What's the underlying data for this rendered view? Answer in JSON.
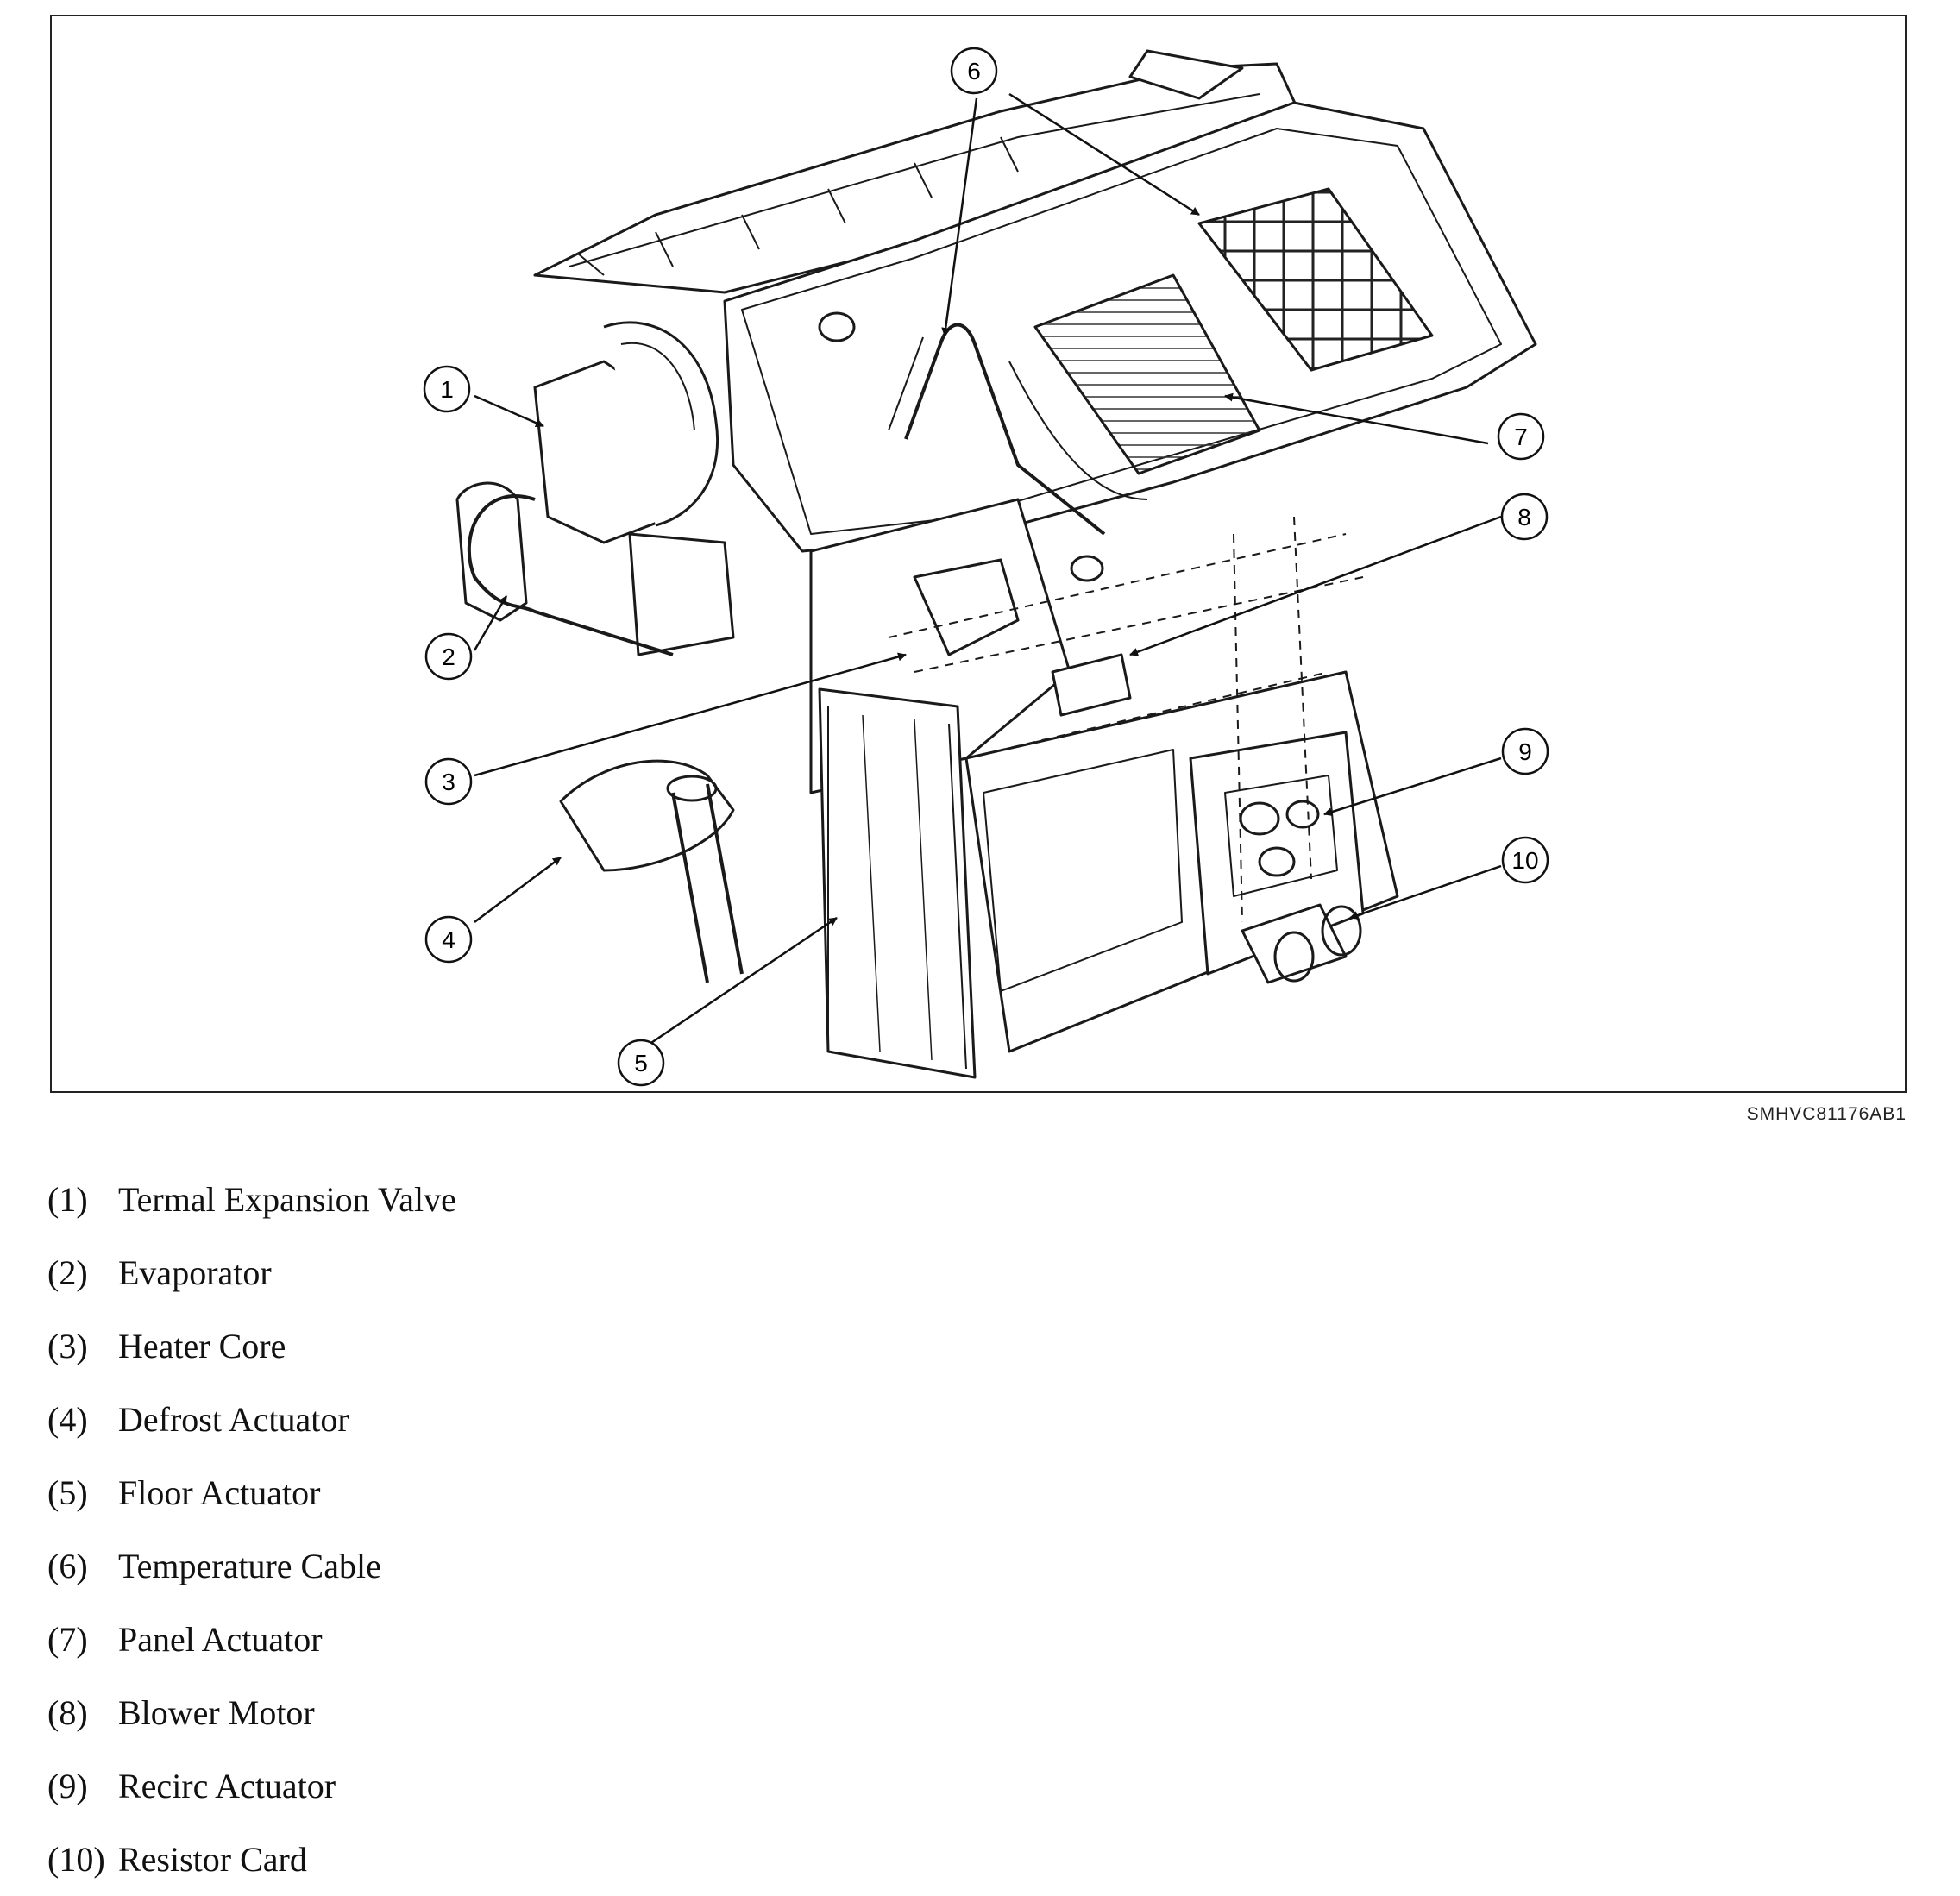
{
  "figure": {
    "code": "SMHVC81176AB1",
    "callouts": [
      "6",
      "1",
      "7",
      "8",
      "2",
      "3",
      "9",
      "10",
      "4",
      "5"
    ]
  },
  "legend": [
    {
      "num": "(1)",
      "label": "Termal Expansion Valve"
    },
    {
      "num": "(2)",
      "label": "Evaporator"
    },
    {
      "num": "(3)",
      "label": "Heater Core"
    },
    {
      "num": "(4)",
      "label": "Defrost Actuator"
    },
    {
      "num": "(5)",
      "label": "Floor Actuator"
    },
    {
      "num": "(6)",
      "label": "Temperature Cable"
    },
    {
      "num": "(7)",
      "label": "Panel Actuator"
    },
    {
      "num": "(8)",
      "label": "Blower Motor"
    },
    {
      "num": "(9)",
      "label": "Recirc Actuator"
    },
    {
      "num": "(10)",
      "label": "Resistor Card"
    }
  ]
}
